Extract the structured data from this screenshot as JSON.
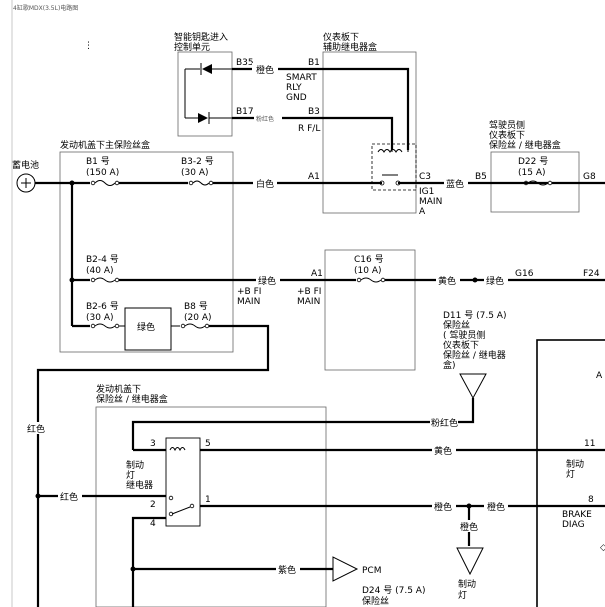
{
  "header": {
    "title": "4缸歌MDX(3.5L)电路图"
  },
  "labels": {
    "smart_key_unit": [
      "智能钥匙进入",
      "控制单元"
    ],
    "dash_relay_box": [
      "仪表板下",
      "辅助继电器盒"
    ],
    "driver_fuse_box": [
      "驾驶员侧",
      "仪表板下",
      "保险丝 / 继电器盒"
    ],
    "engine_main_fuse_box": "发动机盖下主保险丝盒",
    "engine_fuse_relay_box": [
      "发动机盖下",
      "保险丝 / 继电器盒"
    ],
    "battery": "蓄电池",
    "smart_rly_gnd": [
      "SMART",
      "RLY",
      "GND"
    ],
    "rfl": "R F/L",
    "ig1_main": [
      "IG1",
      "MAIN",
      "A"
    ],
    "b_fi_main_1": [
      "+B FI",
      "MAIN"
    ],
    "b_fi_main_2": [
      "+B FI",
      "MAIN"
    ],
    "brake_relay": [
      "制动",
      "灯",
      "继电器"
    ],
    "d11": [
      "D11 号 (7.5 A)",
      "保险丝",
      "( 驾驶员侧",
      "仪表板下",
      "保险丝 / 继电器",
      "盒)"
    ],
    "d24": [
      "D24 号 (7.5 A)",
      "保险丝"
    ],
    "pcm": "PCM",
    "brake_light_right": [
      "制动",
      "灯"
    ],
    "brake_diag": [
      "BRAKE",
      "DIAG"
    ],
    "brake_light_bottom": [
      "制动",
      "灯"
    ],
    "a_partial": "A"
  },
  "fuses": {
    "b1": [
      "B1 号",
      "(150 A)"
    ],
    "b3_2": [
      "B3-2 号",
      "(30 A)"
    ],
    "b2_4": [
      "B2-4 号",
      "(40 A)"
    ],
    "b2_6": [
      "B2-6 号",
      "(30 A)"
    ],
    "b8": [
      "B8 号",
      "(20 A)"
    ],
    "c16": [
      "C16 号",
      "(10 A)"
    ],
    "d22": [
      "D22 号",
      "(15 A)"
    ]
  },
  "pins": {
    "b35": "B35",
    "b17": "B17",
    "b1": "B1",
    "b3": "B3",
    "a1": "A1",
    "c3": "C3",
    "b5": "B5",
    "g8": "G8",
    "a1b": "A1",
    "g16": "G16",
    "f24": "F24",
    "r3": "3",
    "r5": "5",
    "r2": "2",
    "r1": "1",
    "r4": "4",
    "p11": "11",
    "p8": "8"
  },
  "wire_colors": {
    "orange_top": "橙色",
    "pink_red_top": "粉红色",
    "white": "白色",
    "blue": "蓝色",
    "green_1": "绿色",
    "green_2": "绿色",
    "green_3": "绿色",
    "yellow_1": "黄色",
    "pink_red_mid": "粉红色",
    "yellow_2": "黄色",
    "red_vertical": "红色",
    "red_horizontal": "红色",
    "orange_1": "橙色",
    "orange_2": "橙色",
    "orange_3": "橙色",
    "purple": "紫色"
  }
}
